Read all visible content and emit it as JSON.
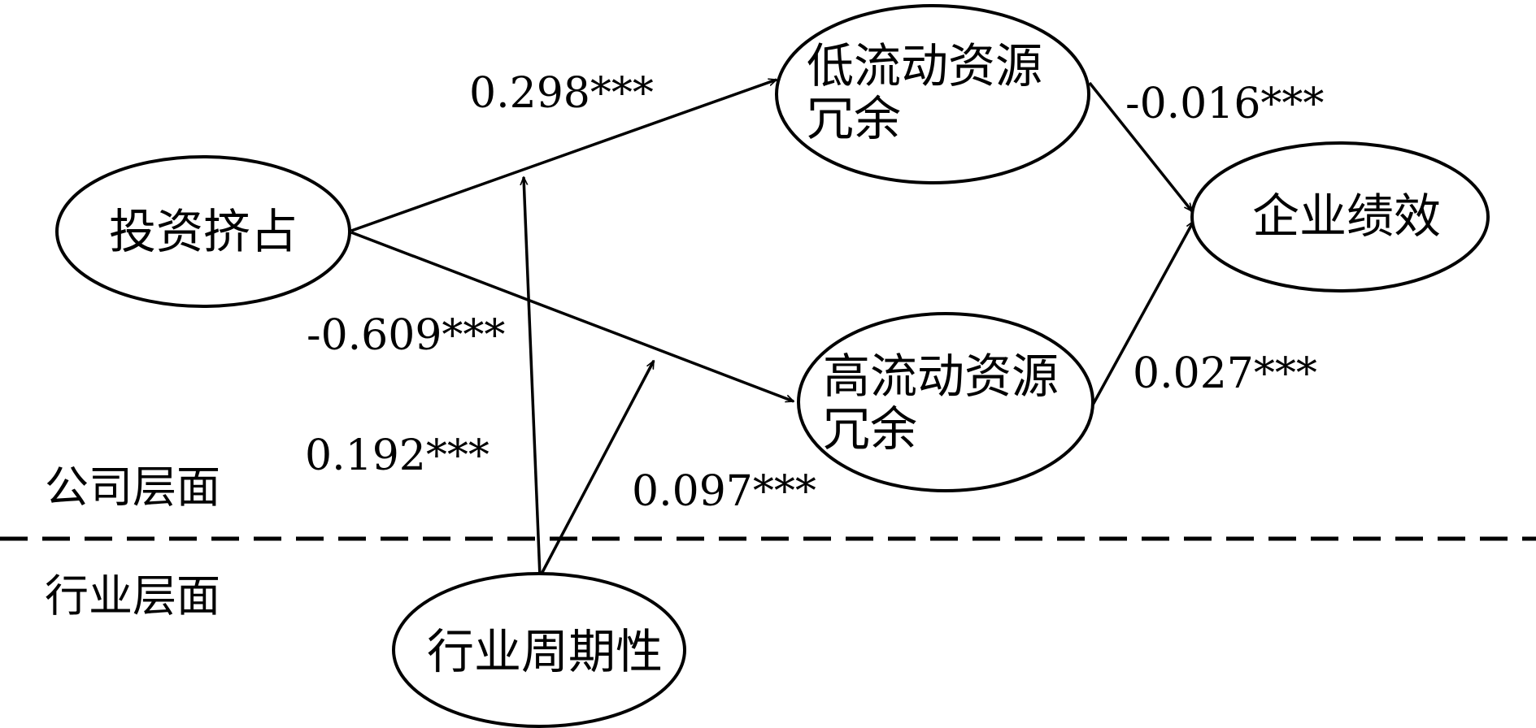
{
  "nodes": {
    "investment_crowding": "投资挤占",
    "low_liquidity_slack_line1": "低流动资源",
    "low_liquidity_slack_line2": "冗余",
    "high_liquidity_slack_line1": "高流动资源",
    "high_liquidity_slack_line2": "冗余",
    "firm_performance": "企业绩效",
    "industry_cyclicality": "行业周期性"
  },
  "coefficients": {
    "invest_to_low": "0.298***",
    "invest_to_high": "-0.609***",
    "low_to_performance": "-0.016***",
    "high_to_performance": "0.027***",
    "cyclicality_moderates_low": "0.192***",
    "cyclicality_moderates_high": "0.097***"
  },
  "layers": {
    "firm_level": "公司层面",
    "industry_level": "行业层面"
  },
  "colors": {
    "stroke": "#000000",
    "background": "#ffffff"
  }
}
